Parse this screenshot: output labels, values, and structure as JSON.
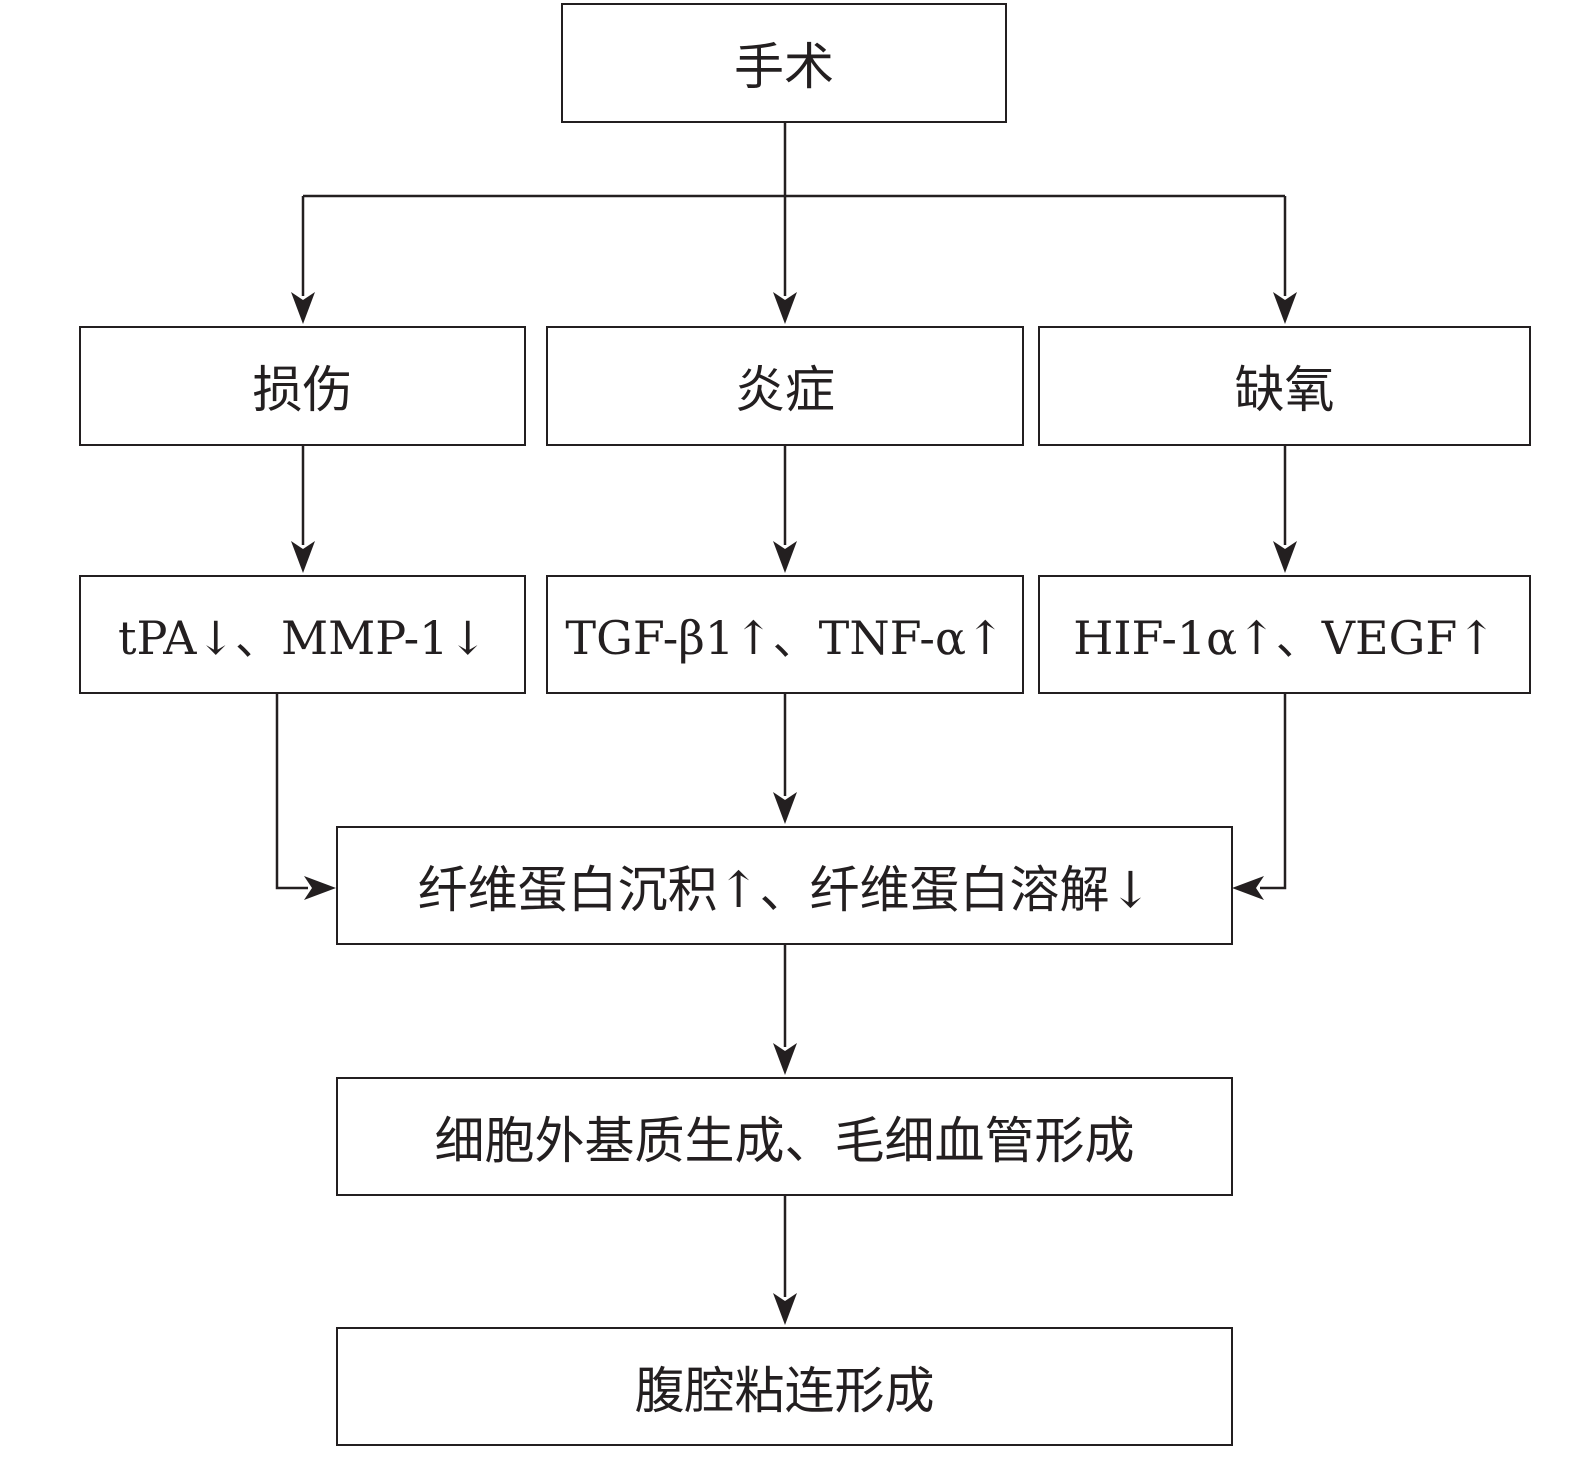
{
  "nodes": {
    "surgery": "手术",
    "injury": "损伤",
    "inflammation": "炎症",
    "hypoxia": "缺氧",
    "injury_markers": "tPA↓、MMP-1↓",
    "inflammation_markers": "TGF-β1↑、TNF-α↑",
    "hypoxia_markers": "HIF-1α↑、VEGF↑",
    "fibrin": "纤维蛋白沉积↑、纤维蛋白溶解↓",
    "ecm": "细胞外基质生成、毛细血管形成",
    "adhesion": "腹腔粘连形成"
  },
  "edges": [
    {
      "from": "surgery",
      "to": "injury"
    },
    {
      "from": "surgery",
      "to": "inflammation"
    },
    {
      "from": "surgery",
      "to": "hypoxia"
    },
    {
      "from": "injury",
      "to": "injury_markers"
    },
    {
      "from": "inflammation",
      "to": "inflammation_markers"
    },
    {
      "from": "hypoxia",
      "to": "hypoxia_markers"
    },
    {
      "from": "injury_markers",
      "to": "fibrin"
    },
    {
      "from": "inflammation_markers",
      "to": "fibrin"
    },
    {
      "from": "hypoxia_markers",
      "to": "fibrin"
    },
    {
      "from": "fibrin",
      "to": "ecm"
    },
    {
      "from": "ecm",
      "to": "adhesion"
    }
  ],
  "colors": {
    "line": "#231f20",
    "box_fill": "#ffffff"
  }
}
